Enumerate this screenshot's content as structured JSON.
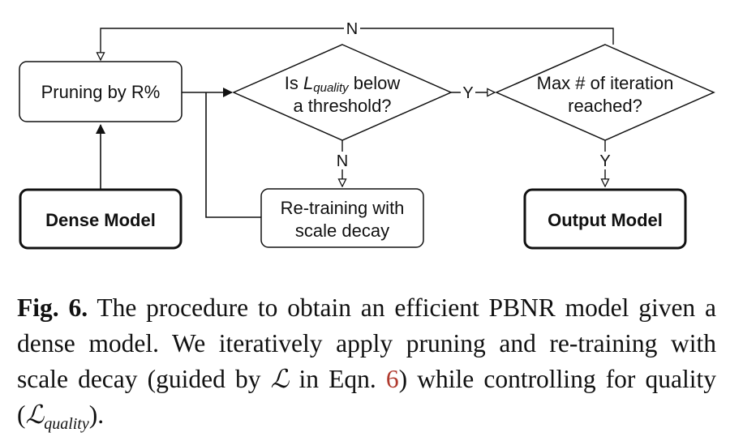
{
  "diagram": {
    "nodes": {
      "pruning": "Pruning by R%",
      "dense_model": "Dense Model",
      "quality_check": {
        "line1_prefix": "Is ",
        "line1_symbol": "L",
        "line1_subscript": "quality",
        "line1_suffix": " below",
        "line2": "a threshold?"
      },
      "max_iter_check": {
        "line1": "Max # of iteration",
        "line2": "reached?"
      },
      "retraining": {
        "line1": "Re-training with",
        "line2": "scale decay"
      },
      "output_model": "Output Model"
    },
    "edge_labels": {
      "loop_back": "N",
      "quality_yes": "Y",
      "quality_no": "N",
      "max_iter_yes": "Y"
    }
  },
  "caption": {
    "label": "Fig. 6.",
    "text_part1": "The procedure to obtain an efficient PBNR model given a dense model. We iteratively apply pruning and re-training with scale decay (guided by",
    "symbol": "ℒ",
    "text_part2": "in Eqn.",
    "equation_ref": "6",
    "text_part3": ") while controlling for quality (",
    "quality_symbol": "ℒ",
    "quality_subscript": "quality",
    "text_part4": ")."
  }
}
